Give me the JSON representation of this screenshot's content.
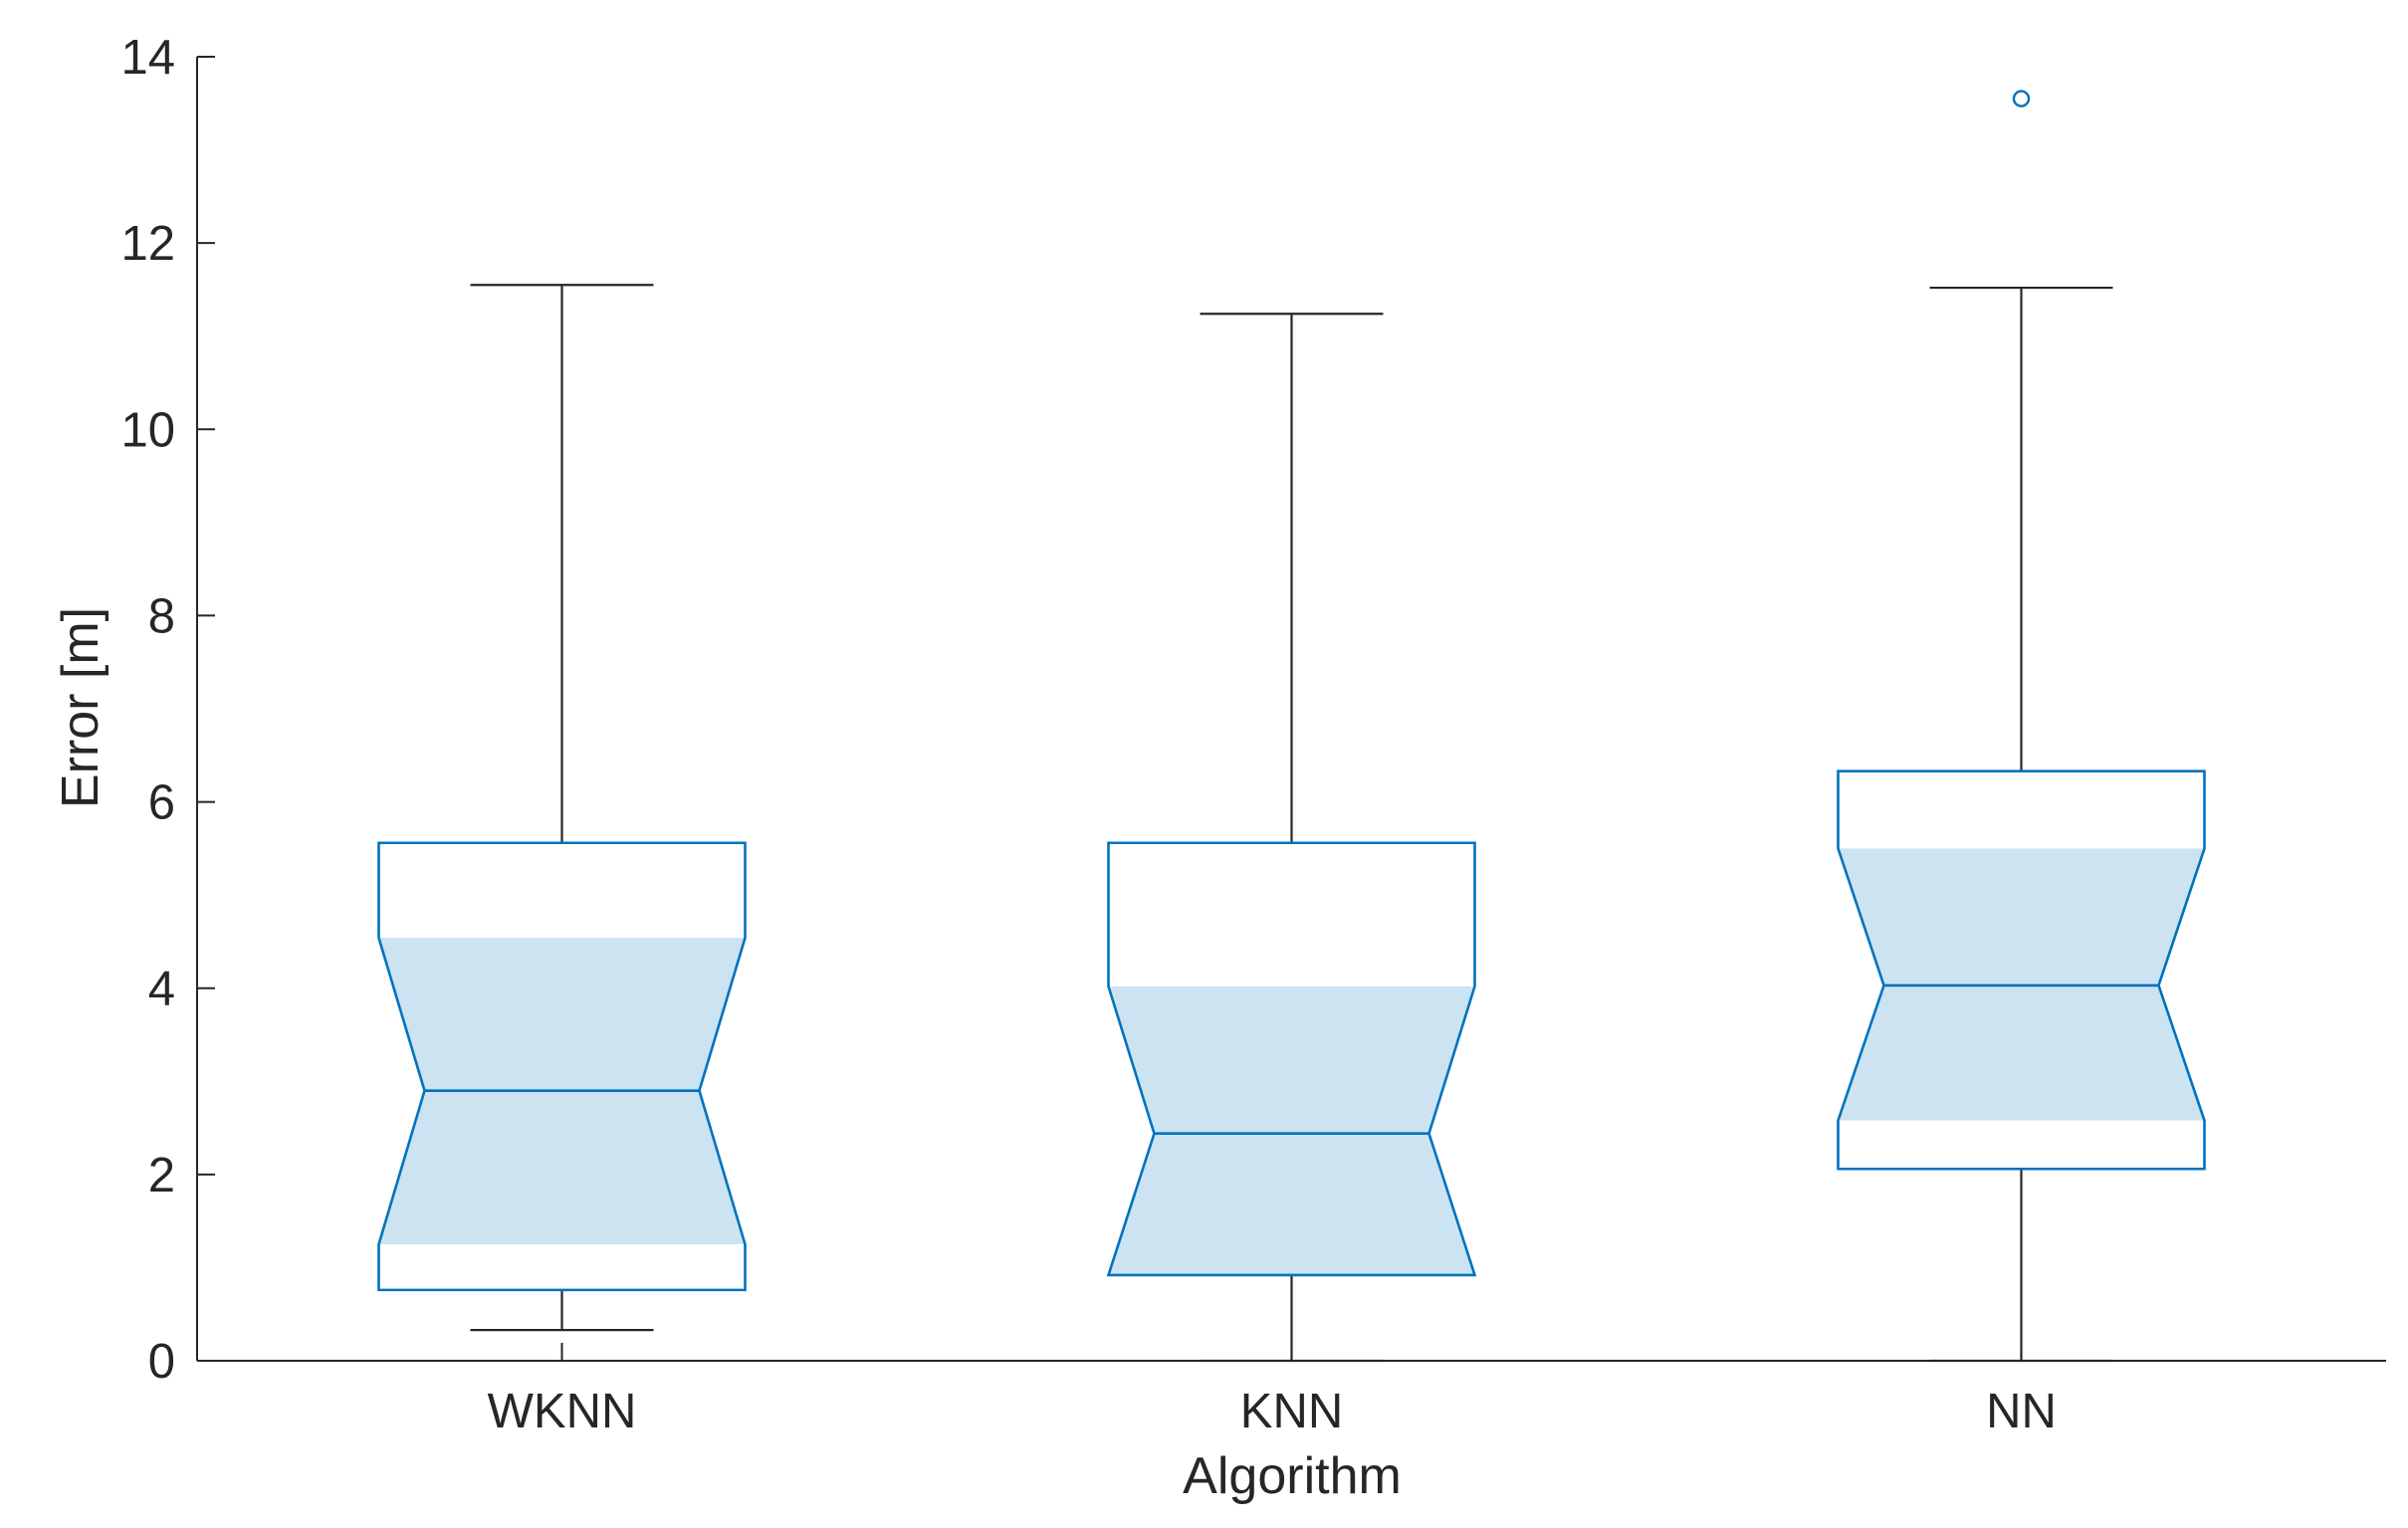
{
  "chart_data": {
    "type": "box",
    "title": "",
    "xlabel": "Algorithm",
    "ylabel": "Error [m]",
    "ylim": [
      0,
      14
    ],
    "yticks": [
      0,
      2,
      4,
      6,
      8,
      10,
      12,
      14
    ],
    "grid": false,
    "notched": true,
    "colors": {
      "box": "#0072BD",
      "notch_fill": "#CCE3F2",
      "whisker": "#262626",
      "axis": "#262626"
    },
    "categories": [
      "WKNN",
      "KNN",
      "NN"
    ],
    "boxes": [
      {
        "name": "WKNN",
        "whisker_low": 0.33,
        "q1": 0.76,
        "notch_low": 1.25,
        "median": 2.9,
        "notch_high": 4.54,
        "q3": 5.56,
        "whisker_high": 11.55,
        "outliers": []
      },
      {
        "name": "KNN",
        "whisker_low": 0.0,
        "q1": 0.92,
        "notch_low": 0.92,
        "median": 2.44,
        "notch_high": 4.02,
        "q3": 5.56,
        "whisker_high": 11.24,
        "outliers": []
      },
      {
        "name": "NN",
        "whisker_low": 0.0,
        "q1": 2.06,
        "notch_low": 2.58,
        "median": 4.03,
        "notch_high": 5.5,
        "q3": 6.33,
        "whisker_high": 11.52,
        "outliers": [
          13.55
        ]
      }
    ]
  }
}
